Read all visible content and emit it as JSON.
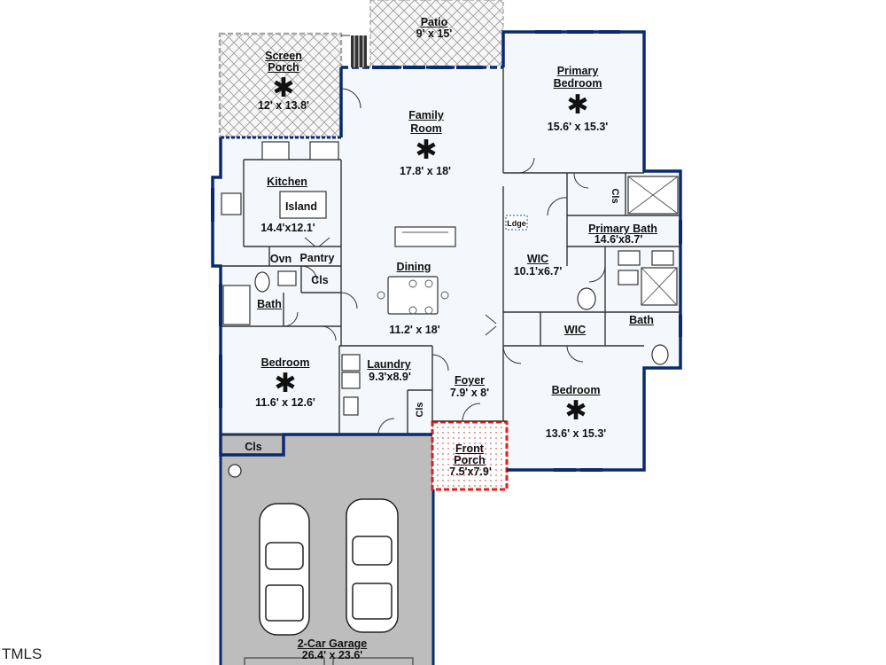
{
  "rooms": {
    "patio": {
      "name": "Patio",
      "dims": "9' x 15'"
    },
    "screen_porch": {
      "name_line1": "Screen",
      "name_line2": "Porch",
      "dims": "12' x 13.8'"
    },
    "primary_bedroom": {
      "name_line1": "Primary",
      "name_line2": "Bedroom",
      "dims": "15.6' x 15.3'"
    },
    "family_room": {
      "name_line1": "Family",
      "name_line2": "Room",
      "dims": "17.8' x 18'"
    },
    "kitchen": {
      "name": "Kitchen",
      "dims": "14.4'x12.1'"
    },
    "island": {
      "name": "Island"
    },
    "ovn": {
      "name": "Ovn"
    },
    "pantry": {
      "name": "Pantry"
    },
    "cls_hall": {
      "name": "Cls"
    },
    "bath_left": {
      "name": "Bath"
    },
    "dining": {
      "name": "Dining",
      "dims": "11.2' x 18'"
    },
    "wic_primary": {
      "name": "WIC",
      "dims": "10.1'x6.7'"
    },
    "ldge": {
      "name": "Ldge"
    },
    "primary_bath": {
      "name": "Primary Bath",
      "dims": "14.6'x8.7'"
    },
    "cls_primary": {
      "name": "Cls"
    },
    "wic_second": {
      "name": "WIC"
    },
    "bath_right": {
      "name": "Bath"
    },
    "bedroom_left": {
      "name": "Bedroom",
      "dims": "11.6' x 12.6'"
    },
    "laundry": {
      "name": "Laundry",
      "dims": "9.3'x8.9'"
    },
    "foyer": {
      "name": "Foyer",
      "dims": "7.9' x 8'"
    },
    "cls_foyer": {
      "name": "Cls"
    },
    "bedroom_right": {
      "name": "Bedroom",
      "dims": "13.6' x 15.3'"
    },
    "front_porch": {
      "name_line1": "Front",
      "name_line2": "Porch",
      "dims": "7.5'x7.9'"
    },
    "cls_bedroom": {
      "name": "Cls"
    },
    "garage": {
      "name": "2-Car Garage",
      "dims": "26.4' x 23.6'"
    }
  },
  "ceiling_fan_symbol": "✱",
  "watermark": "TMLS",
  "colors": {
    "wall": "#0a2a6e",
    "garage_fill": "#bdbdbd",
    "interior_fill": "#eef4fa",
    "porch_outline": "#e02020",
    "interior_line": "#2a2a2a"
  }
}
